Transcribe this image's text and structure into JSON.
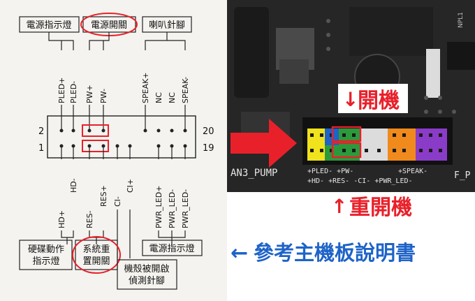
{
  "manual": {
    "labels": {
      "power_led": "電源指示燈",
      "power_switch": "電源開關",
      "speaker": "喇叭針腳",
      "hdd_led": "硬碟動作指示燈",
      "reset_switch": "系統重置開關",
      "chassis_intrusion": "機殼被開啟偵測針腳",
      "power_led_bottom": "電源指示燈"
    },
    "top_pins": [
      "PLED+",
      "PLED-",
      "PW+",
      "PW-",
      "SPEAK+",
      "NC",
      "NC",
      "SPEAK-"
    ],
    "bottom_pins": [
      "HD+",
      "HD-",
      "RES-",
      "RES+",
      "CI-",
      "CI+",
      "PWR_LED+",
      "PWR_LED-",
      "PWR_LED-"
    ],
    "row_numbers": {
      "row2_left": "2",
      "row1_left": "1",
      "row2_right": "20",
      "row1_right": "19"
    }
  },
  "photo": {
    "silk_left": "AN3_PUMP",
    "silk_top": "+PLED- +PW-",
    "silk_speak": "+SPEAK-",
    "silk_bottom": "+HD- +RES- -CI- +PWR_LED-",
    "silk_f": "F_P",
    "chip_text": "NPL1"
  },
  "annotations": {
    "power_on": "開機",
    "reset": "重開機",
    "refer_manual": "參考主機板說明書",
    "arrow_down": "↓",
    "arrow_up": "↑",
    "arrow_left": "←"
  },
  "colors": {
    "red": "#e8202a",
    "blue": "#1e63c8",
    "yellow": "#f0e21c",
    "green": "#2c9a3c",
    "orange": "#f08a1c",
    "purple": "#8a3cc8",
    "board": "#2a2a2a"
  }
}
